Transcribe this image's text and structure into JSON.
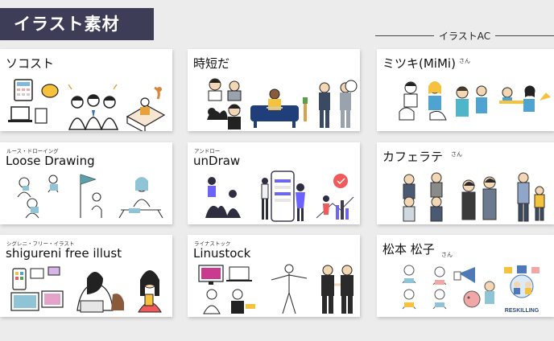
{
  "header": {
    "title": "イラスト素材",
    "ac_label": "イラストAC"
  },
  "cards": [
    {
      "name": "ソコスト",
      "ruby": "",
      "san": ""
    },
    {
      "name": "時短だ",
      "ruby": "",
      "san": ""
    },
    {
      "name": "ミツキ(MiMi)",
      "ruby": "",
      "san": "さん"
    },
    {
      "name": "Loose Drawing",
      "ruby": "ルース・ドローイング",
      "san": ""
    },
    {
      "name": "unDraw",
      "ruby": "アンドロー",
      "san": ""
    },
    {
      "name": "カフェラテ",
      "ruby": "",
      "san": "さん"
    },
    {
      "name": "shigureni free illust",
      "ruby": "シグレニ・フリー・イラスト",
      "san": ""
    },
    {
      "name": "Linustock",
      "ruby": "ライナストック",
      "san": ""
    },
    {
      "name": "松本 松子",
      "ruby": "",
      "san": "さん"
    }
  ],
  "illustration_text": {
    "reskilling": "RESKILLING"
  },
  "colors": {
    "banner": "#3e3d57",
    "background": "#ececec",
    "undraw_accent": "#6c63ff",
    "undraw_red": "#f05a5a"
  }
}
